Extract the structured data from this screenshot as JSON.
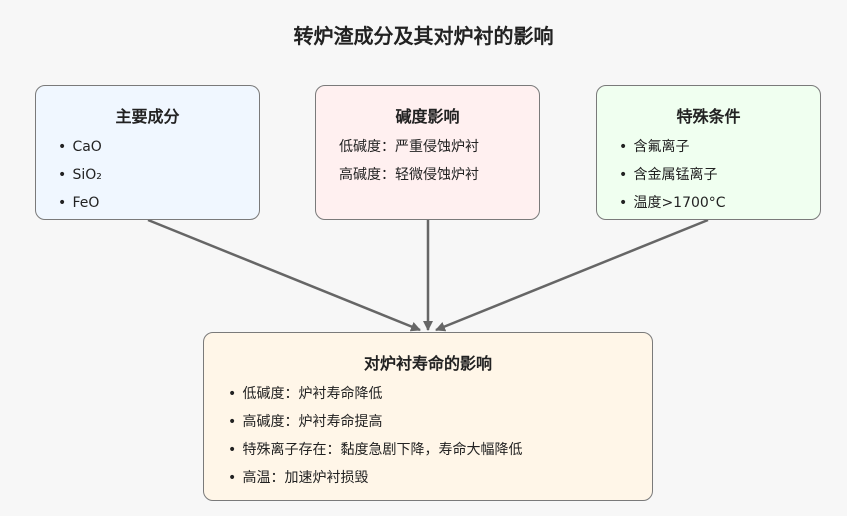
{
  "title": "转炉渣成分及其对炉衬的影响",
  "colors": {
    "background": "#f7f7f7",
    "composition_fill": "#f0f7ff",
    "basicity_fill": "#fff0f0",
    "special_fill": "#f0fff0",
    "result_fill": "#fff6e8",
    "border": "#7a7a7a",
    "arrow": "#666666"
  },
  "composition": {
    "title": "主要成分",
    "items": [
      "CaO",
      "SiO₂",
      "FeO"
    ]
  },
  "basicity": {
    "title": "碱度影响",
    "lines": [
      "低碱度：严重侵蚀炉衬",
      "高碱度：轻微侵蚀炉衬"
    ]
  },
  "special": {
    "title": "特殊条件",
    "items": [
      "含氟离子",
      "含金属锰离子",
      "温度>1700°C"
    ]
  },
  "result": {
    "title": "对炉衬寿命的影响",
    "items": [
      "低碱度：炉衬寿命降低",
      "高碱度：炉衬寿命提高",
      "特殊离子存在：黏度急剧下降，寿命大幅降低",
      "高温：加速炉衬损毁"
    ]
  },
  "bullet": "•"
}
